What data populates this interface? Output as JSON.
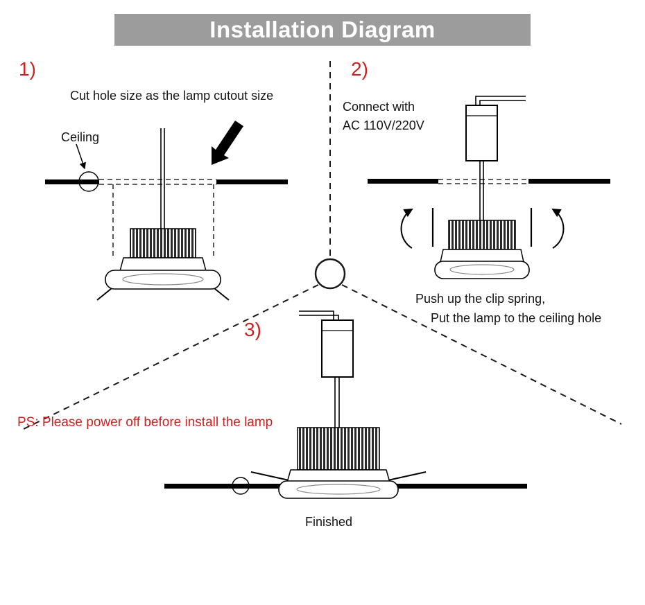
{
  "header": {
    "title": "Installation Diagram",
    "bg_color": "#9c9c9c",
    "text_color": "#ffffff"
  },
  "accent_color": "#cc2222",
  "step1": {
    "number": "1)",
    "instruction": "Cut hole size as the lamp cutout size",
    "ceiling_label": "Ceiling"
  },
  "step2": {
    "number": "2)",
    "connect_line1": "Connect with",
    "connect_line2": "AC 110V/220V",
    "instruction_line1": "Push up the clip spring,",
    "instruction_line2": "Put the lamp to the ceiling hole"
  },
  "step3": {
    "number": "3)",
    "finished_label": "Finished"
  },
  "ps_note": "PS: Please power off before install the lamp",
  "icons": {
    "cut_arrow": "thick-down-left-arrow",
    "ceiling_pointer": "small-down-arrow",
    "clip_spring_arrows": "curved-up-arrows"
  }
}
